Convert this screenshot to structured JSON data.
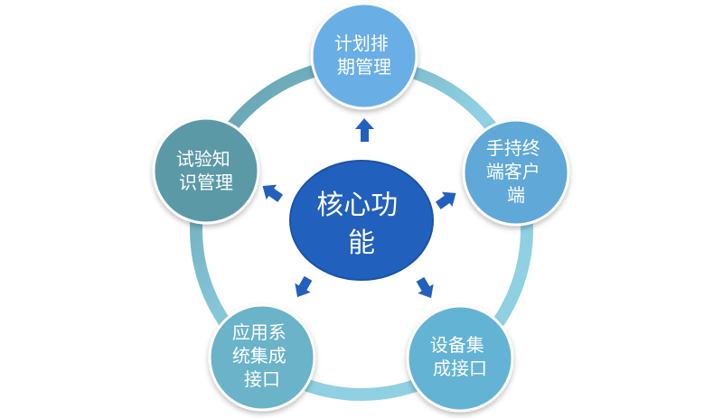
{
  "center": {
    "lines": [
      "核心功",
      "能"
    ]
  },
  "nodes": [
    {
      "id": "plan",
      "lines": [
        "计划排",
        "期管理"
      ],
      "color": "#6aaee6"
    },
    {
      "id": "handheld",
      "lines": [
        "手持终",
        "端客户",
        "端"
      ],
      "color": "#5fa8d8"
    },
    {
      "id": "device",
      "lines": [
        "设备集",
        "成接口"
      ],
      "color": "#62b3d4"
    },
    {
      "id": "system",
      "lines": [
        "应用系",
        "统集成",
        "接口"
      ],
      "color": "#6ab3c8"
    },
    {
      "id": "knowledge",
      "lines": [
        "试验知",
        "识管理"
      ],
      "color": "#5b99a7"
    }
  ],
  "colors": {
    "ring_light": "#8fd0e3",
    "ring_dark": "#5aa0b0",
    "center": "#2260bd",
    "arrow": "#2260bd"
  }
}
